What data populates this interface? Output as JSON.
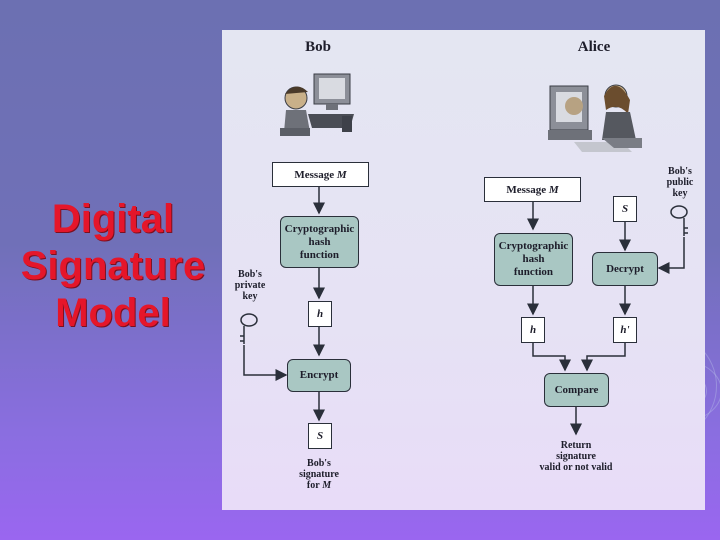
{
  "slide": {
    "title_lines": [
      "Digital",
      "Signature",
      "Model"
    ],
    "accent_color": "#e5162a"
  },
  "diagram": {
    "bob": {
      "label": "Bob",
      "message": "Message",
      "message_var": "M",
      "hash_fn": [
        "Cryptographic",
        "hash",
        "function"
      ],
      "private_key": [
        "Bob's",
        "private",
        "key"
      ],
      "h": "h",
      "encrypt": "Encrypt",
      "s": "S",
      "signature": [
        "Bob's",
        "signature",
        "for"
      ],
      "signature_var": "M"
    },
    "alice": {
      "label": "Alice",
      "message": "Message",
      "message_var": "M",
      "s": "S",
      "public_key": [
        "Bob's",
        "public",
        "key"
      ],
      "hash_fn": [
        "Cryptographic",
        "hash",
        "function"
      ],
      "decrypt": "Decrypt",
      "h": "h",
      "h_prime": "h'",
      "compare": "Compare",
      "result": [
        "Return",
        "signature",
        "valid or not valid"
      ]
    },
    "box_fill_color": "#a9c7c3"
  }
}
